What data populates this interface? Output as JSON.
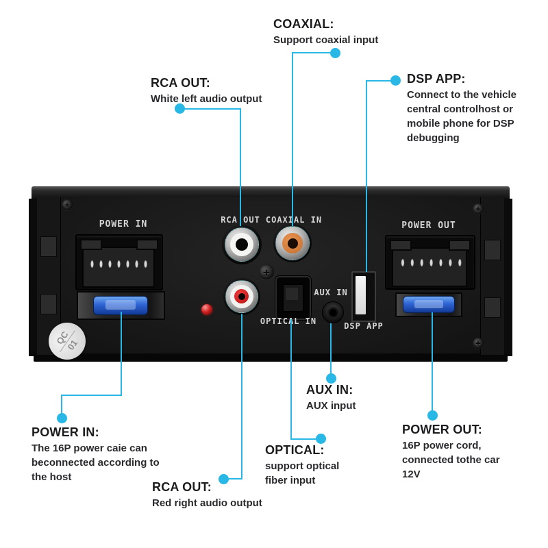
{
  "colors": {
    "accent": "#29b8e5",
    "title_text": "#1c1c1e",
    "body_text": "#2a2a2e",
    "panel_text": "#d6d6d6"
  },
  "callouts": {
    "coaxial": {
      "title": "COAXIAL:",
      "desc": "Support coaxial input"
    },
    "rca_out_top": {
      "title": "RCA OUT:",
      "desc": "White left audio output"
    },
    "dsp_app": {
      "title": "DSP APP:",
      "desc": "Connect to the vehicle central controlhost or mobile phone for DSP debugging"
    },
    "power_in": {
      "title": "POWER IN:",
      "desc": "The 16P power caie can beconnected according to the host"
    },
    "rca_out_bottom": {
      "title": "RCA OUT:",
      "desc": "Red right audio output"
    },
    "optical": {
      "title": "OPTICAL:",
      "desc": "support optical fiber input"
    },
    "aux_in": {
      "title": "AUX IN:",
      "desc": "AUX input"
    },
    "power_out": {
      "title": "POWER OUT:",
      "desc": "16P power cord, connected tothe car 12V"
    }
  },
  "device": {
    "panel_labels": {
      "power_in": "POWER IN",
      "rca_out": "RCA OUT",
      "coaxial_in": "COAXIAL IN",
      "optical_in": "OPTICAL IN",
      "aux_in": "AUX IN",
      "dsp_app": "DSP APP",
      "power_out": "POWER OUT"
    },
    "sticker": {
      "line1": "QC",
      "line2": "01"
    }
  }
}
